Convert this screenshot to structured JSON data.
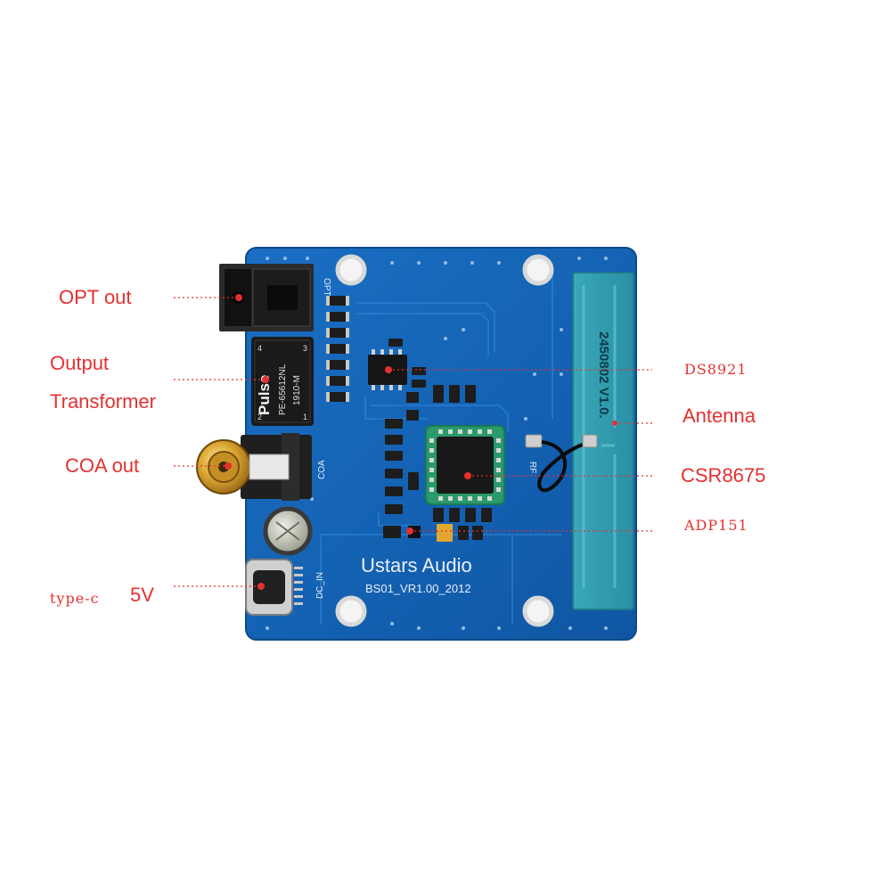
{
  "board": {
    "title": "Ustars Audio",
    "subtitle": "BS01_VR1.00_2012",
    "silkscreen": {
      "opt": "OPT",
      "coa": "COA",
      "dc_in": "DC_IN",
      "rf": "RF",
      "antenna_text": "2450802 V1.0."
    },
    "transformer_text": {
      "brand": "Pulse",
      "part": "PE-65612NL",
      "code": "1910-M",
      "pin_a": "2",
      "pin_b": "4",
      "pin_c": "1",
      "pin_d": "3"
    },
    "colors": {
      "pcb": "#1565b8",
      "pcb_dark": "#0f4f95",
      "antenna": "#2f9fb0",
      "label": "#e53030"
    }
  },
  "labels": {
    "opt_out": "OPT out",
    "output": "Output",
    "transformer": "Transformer",
    "coa_out": "COA out",
    "type_c": "type-c",
    "five_v": "5V",
    "ds8921": "DS8921",
    "antenna": "Antenna",
    "csr8675": "CSR8675",
    "adp151": "ADP151"
  }
}
